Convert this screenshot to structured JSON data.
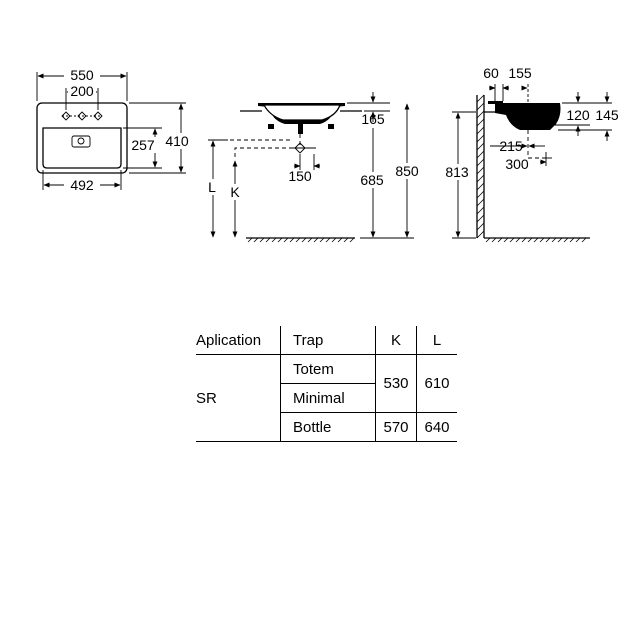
{
  "dimensions": {
    "top_view": {
      "width_outer": "550",
      "tap_spacing": "200",
      "depth_outer": "410",
      "depth_inner": "257",
      "width_inner": "492"
    },
    "front_view": {
      "height_165": "165",
      "height_685": "685",
      "height_850": "850",
      "offset_150": "150",
      "label_l": "L",
      "label_k": "K"
    },
    "side_view": {
      "d60": "60",
      "d155": "155",
      "d120": "120",
      "d145": "145",
      "d215": "215",
      "d300": "300",
      "d813": "813"
    }
  },
  "table": {
    "headers": {
      "application": "Aplication",
      "trap": "Trap",
      "k": "K",
      "l": "L"
    },
    "application": "SR",
    "rows": [
      {
        "trap": "Totem",
        "k": "530",
        "l": "610"
      },
      {
        "trap": "Minimal"
      },
      {
        "trap": "Bottle",
        "k": "570",
        "l": "640"
      }
    ]
  }
}
